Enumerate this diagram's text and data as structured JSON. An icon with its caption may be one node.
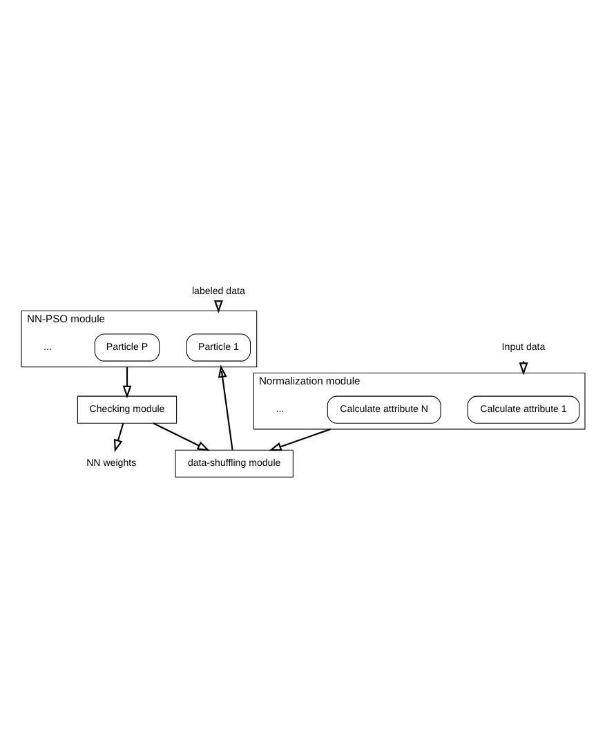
{
  "diagram": {
    "nodes": [
      {
        "text": [
          "Normalization module"
        ]
      },
      {
        "text": [
          "Calculate attribute 1"
        ],
        "in": 0
      },
      {
        "text": [
          "Calculate attribute N"
        ],
        "in": 0
      },
      {
        "text": [
          "data-shuffling module"
        ]
      },
      {
        "text": [
          "NN-PSO module"
        ]
      },
      {
        "text": [
          "Particle 1"
        ],
        "in": 4
      },
      {
        "text": [
          "Particle P"
        ],
        "in": 4
      },
      {
        "text": [
          "Checking module"
        ]
      },
      {
        "text": [
          "Input data"
        ]
      },
      {
        "text": [
          "NN weights"
        ]
      },
      {
        "text": [
          "labeled data"
        ]
      }
    ],
    "edges": [
      {
        "from": 8,
        "to": 0,
        "arrow": "to"
      },
      {
        "from": 0,
        "to": 3,
        "arrow": "to"
      },
      {
        "from": 7,
        "to": 3,
        "arrow": "to"
      },
      {
        "from": 3,
        "to": 4,
        "arrow": "to"
      },
      {
        "from": 10,
        "to": 4,
        "arrow": "to"
      },
      {
        "from": 4,
        "to": 7,
        "arrow": "to"
      },
      {
        "from": 7,
        "to": 9,
        "arrow": "to"
      }
    ],
    "labels": [
      "...",
      "..."
    ]
  }
}
